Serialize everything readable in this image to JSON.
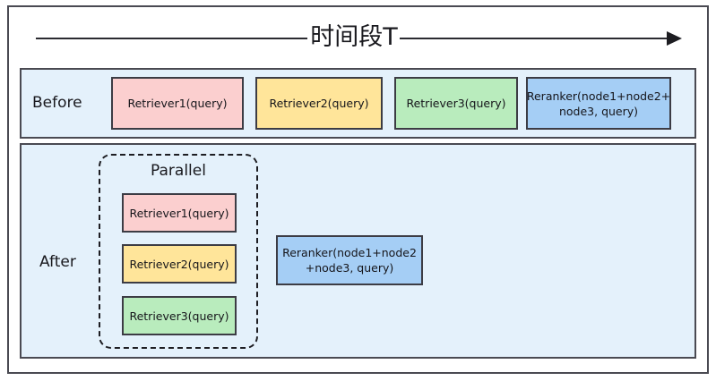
{
  "diagram": {
    "timeline": {
      "label": "时间段T",
      "arrow_direction": "right",
      "line_color": "#2b2b31"
    },
    "sections": [
      {
        "id": "before",
        "label": "Before",
        "fill": "#e4f1fb",
        "border": "#4a4a52",
        "boxes": [
          {
            "id": "before-retriever1",
            "text": "Retriever1(query)",
            "color": "#fbcfcf"
          },
          {
            "id": "before-retriever2",
            "text": "Retriever2(query)",
            "color": "#ffe59a"
          },
          {
            "id": "before-retriever3",
            "text": "Retriever3(query)",
            "color": "#b9ecbd"
          },
          {
            "id": "before-reranker",
            "text": "Reranker(node1+node2+ node3, query)",
            "color": "#a5cef5"
          }
        ]
      },
      {
        "id": "after",
        "label": "After",
        "fill": "#e4f1fb",
        "border": "#4a4a52",
        "group": {
          "id": "parallel-group",
          "title": "Parallel",
          "style": "dashed",
          "boxes": [
            {
              "id": "after-retriever1",
              "text": "Retriever1(query)",
              "color": "#fbcfcf"
            },
            {
              "id": "after-retriever2",
              "text": "Retriever2(query)",
              "color": "#ffe59a"
            },
            {
              "id": "after-retriever3",
              "text": "Retriever3(query)",
              "color": "#b9ecbd"
            }
          ]
        },
        "boxes": [
          {
            "id": "after-reranker",
            "text": "Reranker(node1+node2 +node3, query)",
            "color": "#a5cef5"
          }
        ]
      }
    ]
  }
}
